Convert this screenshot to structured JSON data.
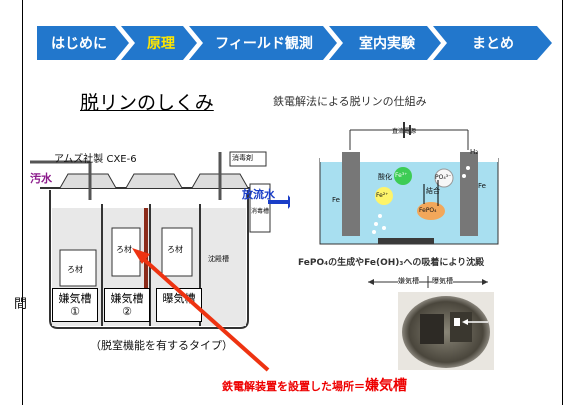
{
  "nav": {
    "tabs": [
      {
        "label": "はじめに",
        "active": false
      },
      {
        "label": "原理",
        "active": true
      },
      {
        "label": "フィールド観測",
        "active": false
      },
      {
        "label": "室内実験",
        "active": false
      },
      {
        "label": "まとめ",
        "active": false
      }
    ]
  },
  "title": "脱リンのしくみ",
  "left_diagram": {
    "maker": "アムズ社製 CXE-6",
    "influent": "汚水",
    "effluent": "放流水",
    "disinfectant": "消毒剤",
    "disinfection_tank": "消毒槽",
    "sedimentation_tank": "沈殿槽",
    "media_labels": [
      "ろ材",
      "ろ材",
      "ろ材"
    ],
    "tanks": [
      {
        "line1": "嫌気槽",
        "line2": "①"
      },
      {
        "line1": "嫌気槽",
        "line2": "②"
      },
      {
        "line1": "曝気槽",
        "line2": ""
      }
    ],
    "caption": "（脱室機能を有するタイプ）"
  },
  "right_diagram": {
    "title": "鉄電解法による脱リンの仕組み",
    "power_label": "直流電源",
    "electrode_left": "Fe",
    "electrode_right": "Fe",
    "h2": "H₂",
    "oxidation": "酸化",
    "binding": "結合",
    "fe2": "Fe²⁺",
    "fe3": "Fe³⁺",
    "po4": "PO₄³⁻",
    "fepo4": "FePO₄",
    "description": "FePO₄の生成やFe(OH)₃への吸着により沈殿",
    "photo_label_left": "嫌気槽",
    "photo_label_right": "曝気槽"
  },
  "note": {
    "prefix": "鉄電解装置を設置した場所＝",
    "emphasis": "嫌気槽"
  },
  "left_edge_char": "間",
  "colors": {
    "nav": "#2277cc",
    "active_tab": "#ffe600",
    "arrow": "#ee3311",
    "water": "#a8dff0"
  }
}
